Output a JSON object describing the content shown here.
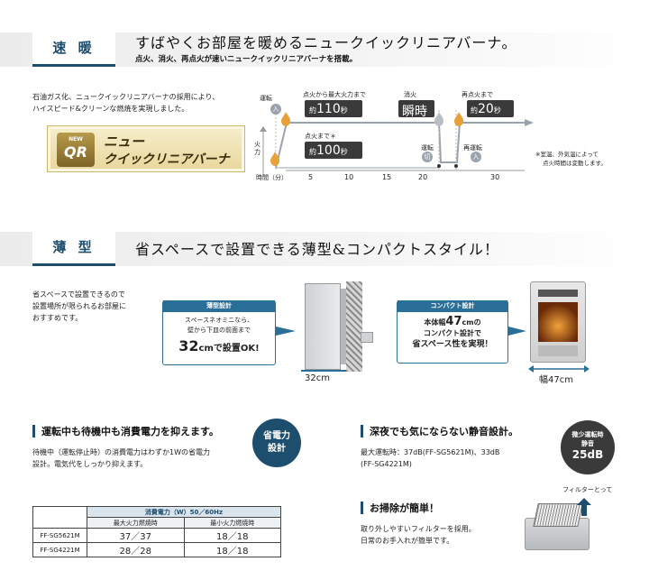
{
  "section1": {
    "tag": "速 暖",
    "title": "すばやくお部屋を暖めるニュークイックリニアバーナ。",
    "subtitle": "点火、消火、再点火が速いニュークイックリニアバーナを搭載。",
    "desc_line1": "石油ガス化、ニュークイックリニアバーナの採用により、",
    "desc_line2": "ハイスピード&クリーンな燃焼を実現しました。",
    "badge": {
      "new": "NEW",
      "mark": "QR",
      "line1": "ニュー",
      "line2": "クイックリニアバーナ"
    },
    "diagram": {
      "y_top_label": "運転",
      "y_top_icon": "入",
      "y_axis_label": "火力",
      "x_axis_label": "時間（分）",
      "ticks": [
        "5",
        "10",
        "15",
        "20",
        "30"
      ],
      "max_caption": "点火から最大火力まで",
      "max_value_prefix": "約",
      "max_value": "110",
      "max_value_unit": "秒",
      "ignite_caption": "点火まで＊",
      "ignite_value_prefix": "約",
      "ignite_value": "100",
      "ignite_value_unit": "秒",
      "off_caption": "消火",
      "off_value": "瞬時",
      "reignite_caption": "再点火まで",
      "reignite_value_prefix": "約",
      "reignite_value": "20",
      "reignite_value_unit": "秒",
      "stop_label": "運転",
      "stop_icon": "切",
      "restart_label": "再運転",
      "restart_icon": "入",
      "note_line1": "※室温、外気温によって",
      "note_line2": "点火時間は変動します。"
    }
  },
  "section2": {
    "tag": "薄 型",
    "title": "省スペースで設置できる薄型&コンパクトスタイル！",
    "desc_line1": "省スペースで設置できるので",
    "desc_line2": "設置場所が限られるお部屋に",
    "desc_line3": "おすすめです。",
    "thin": {
      "head": "薄型設計",
      "line1": "スペースネオミニなら、",
      "line2": "壁から下皿の前面まで",
      "value": "32",
      "unit": "cm",
      "tail": "で設置OK!"
    },
    "side_dim": "32cm",
    "compact": {
      "head": "コンパクト設計",
      "line1a": "本体幅",
      "line1b": "47",
      "line1c": "cmの",
      "line2": "コンパクト設計で",
      "line3": "省スペース性を実現！"
    },
    "width_dim": "幅47cm"
  },
  "power": {
    "heading": "運転中も待機中も消費電力を抑えます。",
    "badge_line1": "省電力",
    "badge_line2": "設計",
    "desc_line1": "待機中（運転停止時）の消費電力はわずか1Wの省電力",
    "desc_line2": "設計。電気代をしっかり抑えます。",
    "table": {
      "title": "消費電力（W）50／60Hz",
      "col_max": "最大火力燃焼時",
      "col_min": "最小火力燃焼時",
      "rows": [
        {
          "model": "FF-SG5621M",
          "max": "37／37",
          "min": "18／18"
        },
        {
          "model": "FF-SG4221M",
          "max": "28／28",
          "min": "18／18"
        }
      ]
    }
  },
  "quiet": {
    "heading": "深夜でも気にならない静音設計。",
    "desc_line1": "最大運転時：37dB(FF-SG5621M)、33dB",
    "desc_line2": "(FF-SG4221M)",
    "badge_line1": "微少運転時",
    "badge_line2": "静音",
    "badge_value": "25dB"
  },
  "clean": {
    "heading": "お掃除が簡単！",
    "desc_line1": "取り外しやすいフィルターを採用。",
    "desc_line2": "日常のお手入れが簡単です。",
    "filter_label": "フィルターとって"
  },
  "colors": {
    "navy": "#1e4e6e",
    "blue": "#2a6f97",
    "dark": "#3a3a3a",
    "flame": "#e8a13a"
  }
}
